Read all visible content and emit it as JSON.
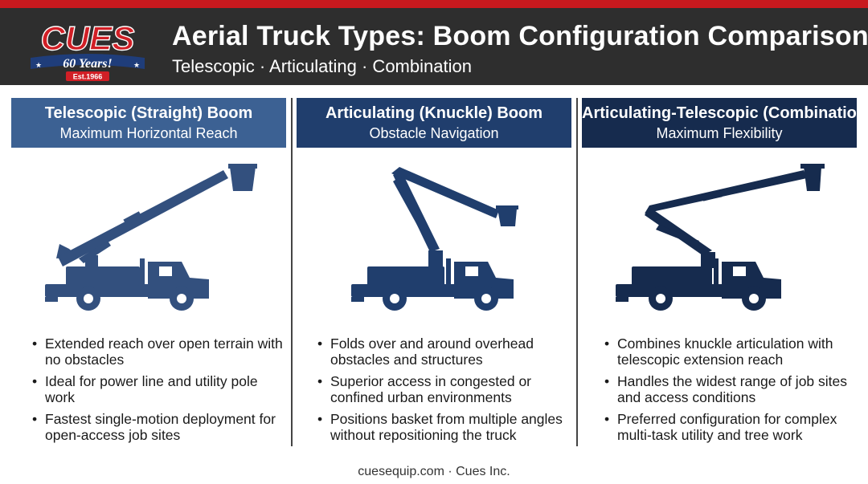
{
  "header": {
    "logo": {
      "brand": "CUES",
      "years": "60 Years!",
      "established": "Est.1966"
    },
    "title": "Aerial Truck Types: Boom Configuration Comparison",
    "subtitle": "Telescopic · Articulating · Combination"
  },
  "columns": [
    {
      "title": "Telescopic (Straight) Boom",
      "subtitle": "Maximum Horizontal Reach",
      "bullets": [
        "Extended reach over open terrain with no obstacles",
        "Ideal for power line and utility pole work",
        "Fastest single-motion deployment for open-access job sites"
      ]
    },
    {
      "title": "Articulating (Knuckle) Boom",
      "subtitle": "Obstacle Navigation",
      "bullets": [
        "Folds over and around overhead obstacles and structures",
        "Superior access in congested or confined urban environments",
        "Positions basket from multiple angles without repositioning the truck"
      ]
    },
    {
      "title": "Articulating-Telescopic (Combination)",
      "subtitle": "Maximum Flexibility",
      "bullets": [
        "Combines knuckle articulation with telescopic extension reach",
        "Handles the widest range of job sites and access conditions",
        "Preferred configuration for complex multi-task utility and tree work"
      ]
    }
  ],
  "footer": "cuesequip.com · Cues Inc.",
  "colors": {
    "accent_red": "#c8191e",
    "header_bg": "#2e2e2e",
    "col1": "#3c6193",
    "col2": "#203e6d",
    "col3": "#162b4e"
  }
}
